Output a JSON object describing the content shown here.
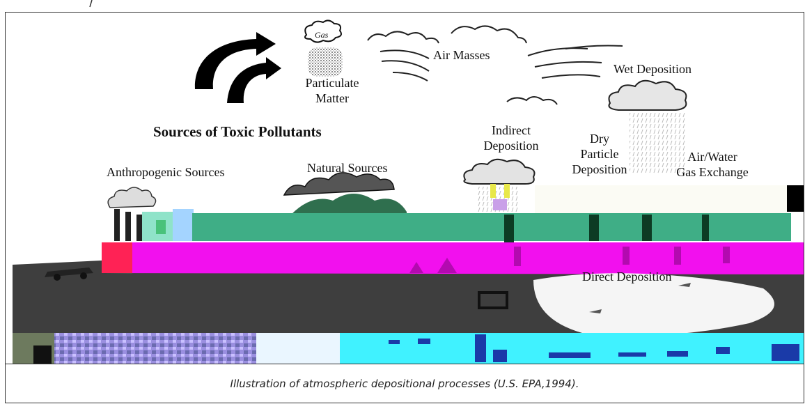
{
  "labels": {
    "gas": "Gas",
    "particulate_matter": "Particulate\nMatter",
    "air_masses": "Air Masses",
    "wet_deposition": "Wet Deposition",
    "title": "Sources of Toxic Pollutants",
    "indirect_deposition": "Indirect\nDeposition",
    "dry_particle_deposition": "Dry\nParticle\nDeposition",
    "air_water_gas_exchange": "Air/Water\nGas Exchange",
    "anthropogenic_sources": "Anthropogenic Sources",
    "natural_sources": "Natural Sources",
    "direct_deposition": "Direct Deposition"
  },
  "caption": "Illustration of  atmospheric depositional processes (U.S. EPA,1994).",
  "colors": {
    "green_band": "#3fae86",
    "magenta_band": "#f210ee",
    "ground": "#3e3e3e",
    "water": "#f5f5f5",
    "cyan_band": "#40f2ff"
  }
}
